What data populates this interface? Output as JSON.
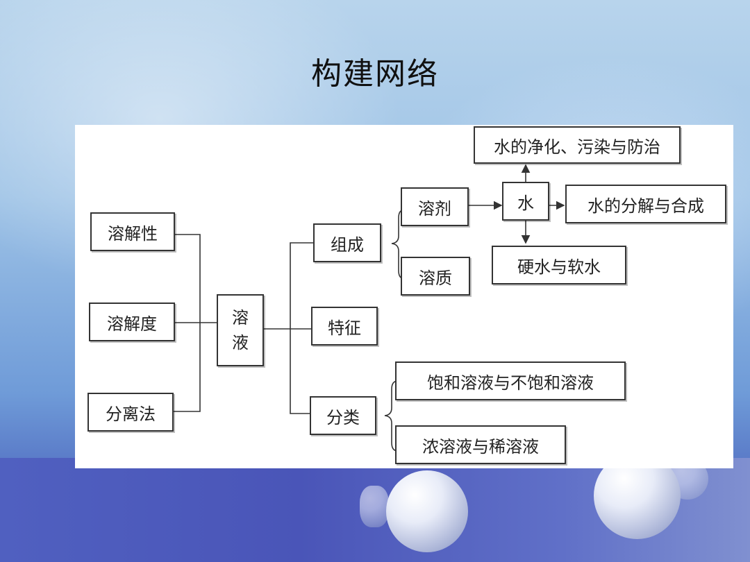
{
  "slide": {
    "title": "构建网络"
  },
  "diagram": {
    "left_nodes": {
      "solubility_property": "溶解性",
      "solubility": "溶解度",
      "separation_method": "分离法"
    },
    "center_node": {
      "line1": "溶",
      "line2": "液"
    },
    "branches": {
      "composition": "组成",
      "features": "特征",
      "classification": "分类"
    },
    "composition_items": {
      "solvent": "溶剂",
      "solute": "溶质"
    },
    "water": {
      "label": "水",
      "purification": "水的净化、污染与防治",
      "decomposition": "水的分解与合成",
      "hard_soft": "硬水与软水"
    },
    "classification_items": {
      "saturated": "饱和溶液与不饱和溶液",
      "concentrated": "浓溶液与稀溶液"
    }
  }
}
